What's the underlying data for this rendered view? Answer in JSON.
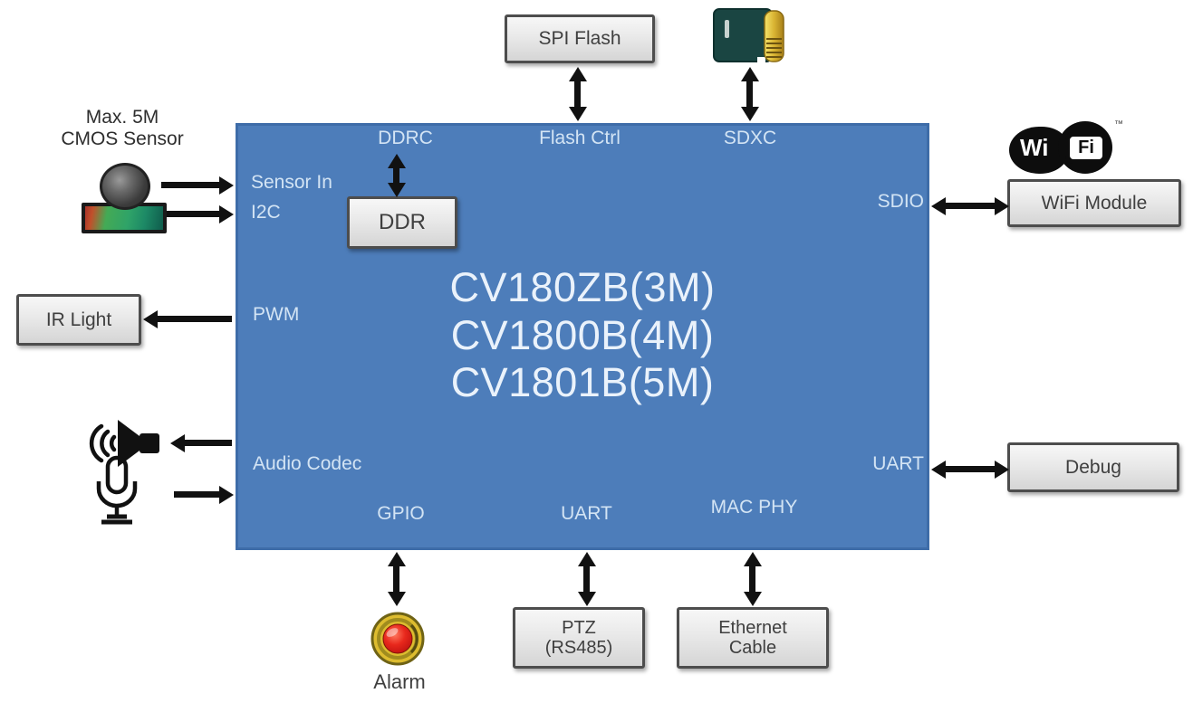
{
  "colors": {
    "chip_fill": "#4d7dba",
    "chip_border": "#3e6ca8",
    "peripheral_box_fill": "#e9e9e9",
    "peripheral_box_border": "#4d4d4d",
    "port_text": "#d3e4f4",
    "arrow": "#111111",
    "alarm_button_red": "#cc1111",
    "alarm_ring_gold": "#ddbc2f",
    "sd_card_body": "#1a4542",
    "sd_card_contacts": "#d9b433"
  },
  "chip": {
    "title_lines": [
      "CV180ZB(3M)",
      "CV1800B(4M)",
      "CV1801B(5M)"
    ],
    "ports": {
      "ddrc": "DDRC",
      "flash_ctrl": "Flash Ctrl",
      "sdxc": "SDXC",
      "sensor_in": "Sensor In",
      "i2c": "I2C",
      "pwm": "PWM",
      "audio_codec": "Audio Codec",
      "gpio": "GPIO",
      "uart_bottom": "UART",
      "mac_phy": "MAC PHY",
      "sdio": "SDIO",
      "uart_right": "UART"
    },
    "internal_box": {
      "ddr": "DDR"
    }
  },
  "peripherals": {
    "spi_flash": "SPI Flash",
    "wifi_module": "WiFi Module",
    "debug": "Debug",
    "ir_light": "IR Light",
    "ptz": {
      "line1": "PTZ",
      "line2": "(RS485)"
    },
    "ethernet": {
      "line1": "Ethernet",
      "line2": "Cable"
    },
    "cmos_sensor_label": {
      "line1": "Max. 5M",
      "line2": "CMOS Sensor"
    },
    "alarm_label": "Alarm",
    "wifi_logo": {
      "wi": "Wi",
      "fi": "Fi",
      "tm": "™"
    }
  },
  "icons": {
    "sd_card": "sd-card-icon",
    "cmos_sensor": "cmos-sensor-camera-icon",
    "speaker": "speaker-icon",
    "microphone": "microphone-icon",
    "alarm_button": "alarm-button-icon",
    "wifi": "wifi-logo-icon"
  }
}
